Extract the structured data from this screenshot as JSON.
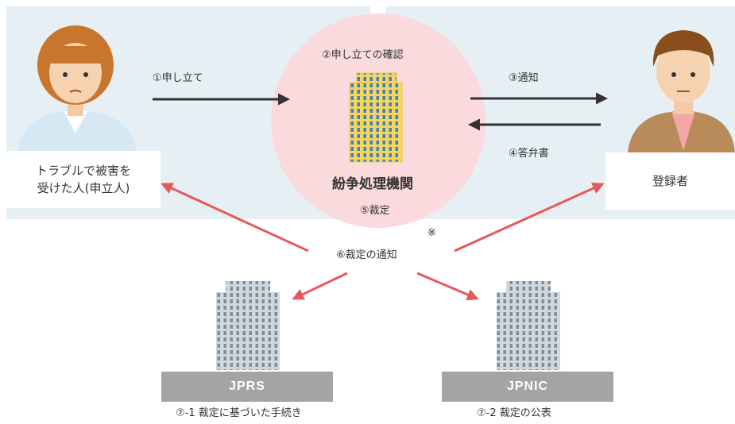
{
  "complainant": {
    "label_line1": "トラブルで被害を",
    "label_line2": "受けた人(申立人)"
  },
  "registrant": {
    "label": "登録者"
  },
  "organization": {
    "name": "紛争処理機関"
  },
  "steps": {
    "s1": "①申し立て",
    "s2": "②申し立ての確認",
    "s3": "③通知",
    "s4": "④答弁書",
    "s5": "⑤裁定",
    "s6": "⑥裁定の通知",
    "note_mark": "※",
    "s7_1": "⑦-1 裁定に基づいた手続き",
    "s7_2": "⑦-2 裁定の公表"
  },
  "registries": {
    "jprs": "JPRS",
    "jpnic": "JPNIC"
  },
  "colors": {
    "panel": "#e6f0f4",
    "circle": "#fadadd",
    "black_arrow": "#333333",
    "red_arrow": "#e8585a",
    "bar": "#a4a4a4",
    "building_blue": "#3f7fc4",
    "building_gray": "#8c9aa6",
    "building_yellow": "#f5d65c"
  }
}
